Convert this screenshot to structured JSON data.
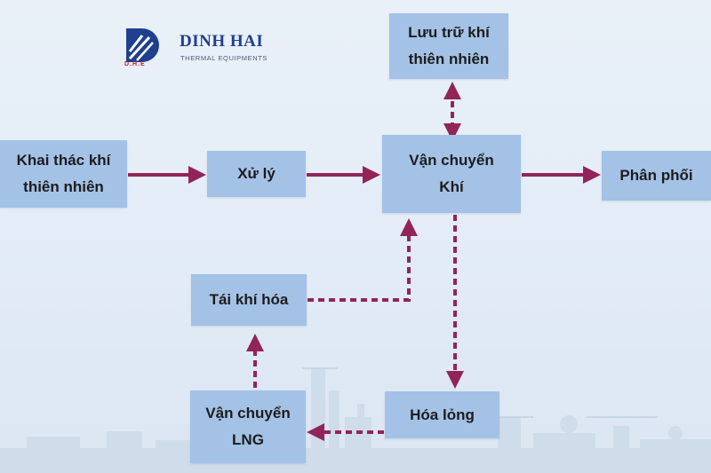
{
  "brand": {
    "abbr": "D.H.E",
    "name": "DINH HAI",
    "tagline": "THERMAL EQUIPMENTS"
  },
  "colors": {
    "box_fill": "#a3c2e6",
    "arrow": "#93245a",
    "brand_blue": "#1f3f8f",
    "brand_red": "#c0202a"
  },
  "nodes": {
    "khai_thac": "Khai thác khí\nthiên nhiên",
    "xu_ly": "Xử lý",
    "luu_tru": "Lưu trữ khí\nthiên nhiên",
    "van_chuyen_khi": "Vận chuyển\nKhí",
    "phan_phoi": "Phân phối",
    "tai_khi_hoa": "Tái khí hóa",
    "hoa_long": "Hóa lỏng",
    "van_chuyen_lng": "Vận chuyển\nLNG"
  },
  "edges": [
    {
      "from": "khai_thac",
      "to": "xu_ly",
      "style": "solid"
    },
    {
      "from": "xu_ly",
      "to": "van_chuyen_khi",
      "style": "solid"
    },
    {
      "from": "van_chuyen_khi",
      "to": "phan_phoi",
      "style": "solid"
    },
    {
      "from": "van_chuyen_khi",
      "to": "luu_tru",
      "style": "dashed",
      "bidirectional": true
    },
    {
      "from": "van_chuyen_khi",
      "to": "hoa_long",
      "style": "dashed"
    },
    {
      "from": "hoa_long",
      "to": "van_chuyen_lng",
      "style": "dashed"
    },
    {
      "from": "van_chuyen_lng",
      "to": "tai_khi_hoa",
      "style": "dashed"
    },
    {
      "from": "tai_khi_hoa",
      "to": "van_chuyen_khi",
      "style": "dashed"
    }
  ]
}
